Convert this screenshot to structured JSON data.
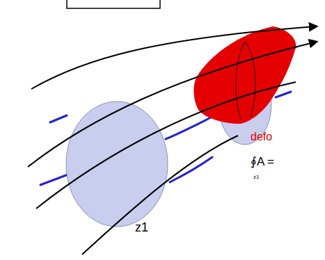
{
  "diagram": {
    "labels": [
      "defo",
      "∮A =",
      "z1",
      "z1"
    ]
  }
}
